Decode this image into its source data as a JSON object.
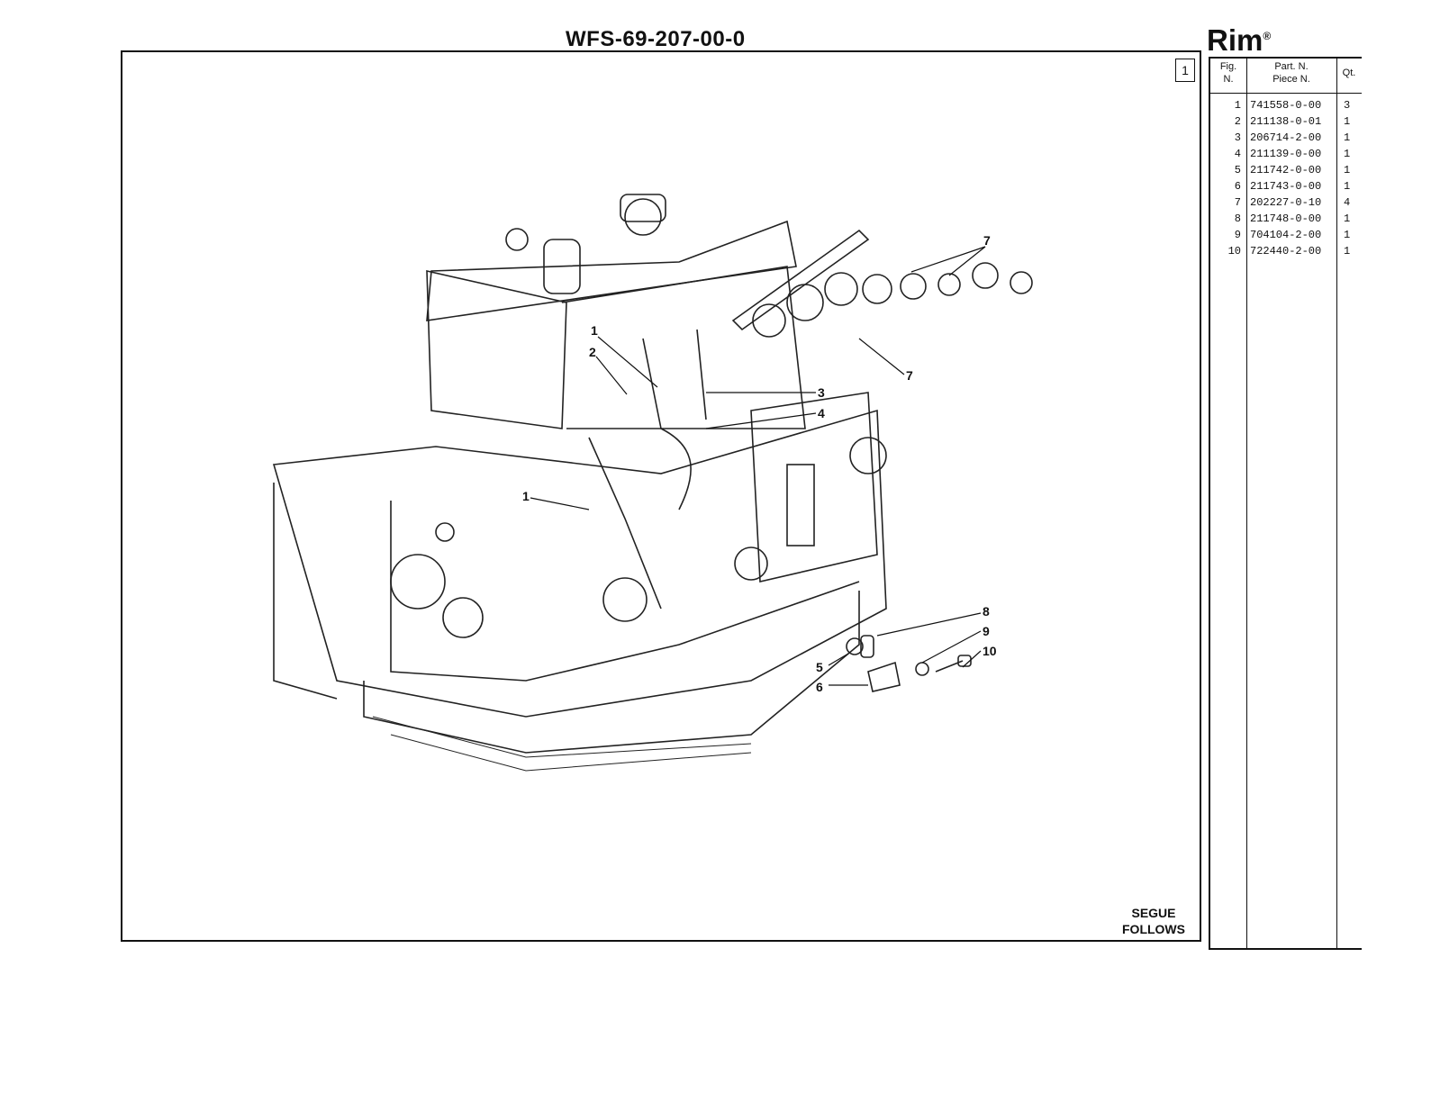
{
  "header": {
    "doc_code": "WFS-69-207-00-0",
    "brand": "Rim",
    "brand_mark": "®"
  },
  "figure": {
    "number": "1",
    "segue_it": "SEGUE",
    "segue_en": "FOLLOWS",
    "callouts": [
      "1",
      "2",
      "3",
      "4",
      "7",
      "7",
      "1",
      "8",
      "9",
      "10",
      "5",
      "6"
    ]
  },
  "parts_table": {
    "headers": {
      "fig_1": "Fig.",
      "fig_2": "N.",
      "part_1": "Part. N.",
      "part_2": "Piece N.",
      "qty": "Qt."
    },
    "rows": [
      {
        "fig": "1",
        "part": "741558-0-00",
        "qty": "3"
      },
      {
        "fig": "2",
        "part": "211138-0-01",
        "qty": "1"
      },
      {
        "fig": "3",
        "part": "206714-2-00",
        "qty": "1"
      },
      {
        "fig": "4",
        "part": "211139-0-00",
        "qty": "1"
      },
      {
        "fig": "5",
        "part": "211742-0-00",
        "qty": "1"
      },
      {
        "fig": "6",
        "part": "211743-0-00",
        "qty": "1"
      },
      {
        "fig": "7",
        "part": "202227-0-10",
        "qty": "4"
      },
      {
        "fig": "8",
        "part": "211748-0-00",
        "qty": "1"
      },
      {
        "fig": "9",
        "part": "704104-2-00",
        "qty": "1"
      },
      {
        "fig": "10",
        "part": "722440-2-00",
        "qty": "1"
      }
    ]
  }
}
